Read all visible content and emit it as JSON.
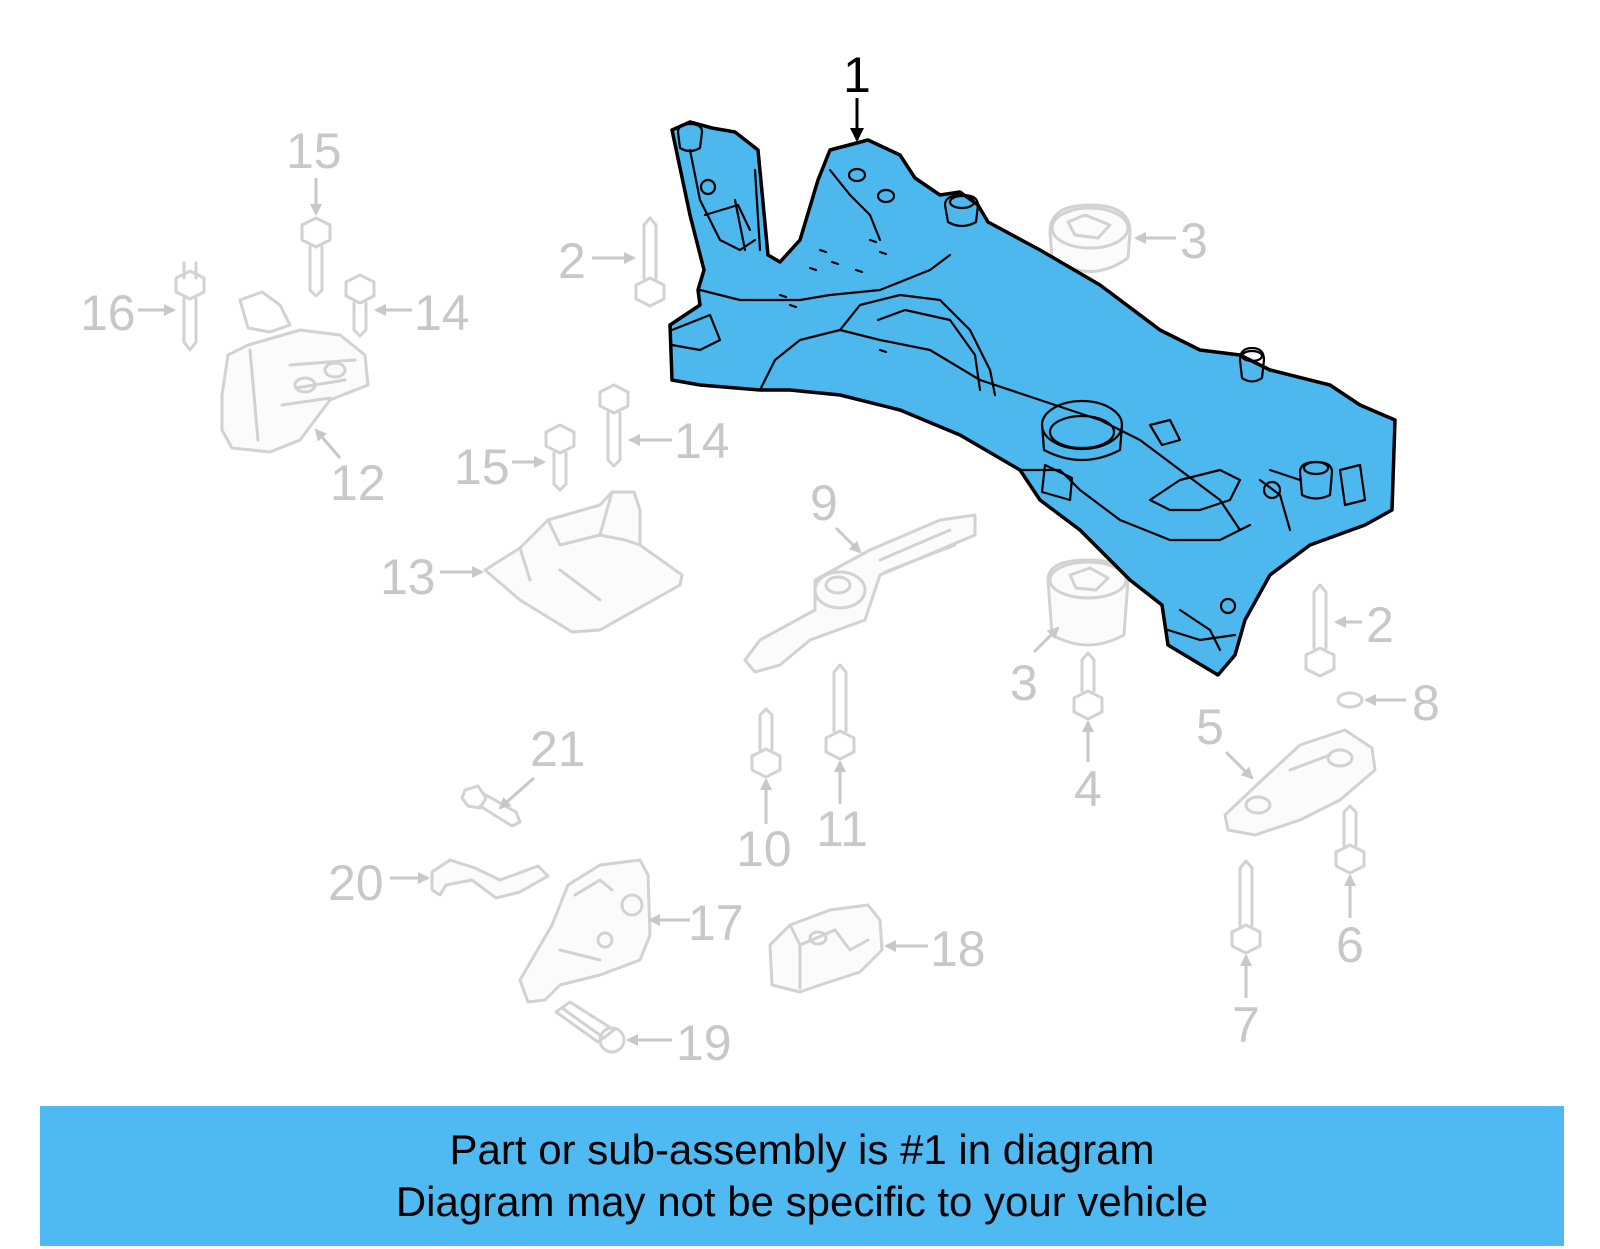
{
  "callouts": {
    "c1": "1",
    "c2a": "2",
    "c2b": "2",
    "c3a": "3",
    "c3b": "3",
    "c4": "4",
    "c5": "5",
    "c6": "6",
    "c7": "7",
    "c8": "8",
    "c9": "9",
    "c10": "10",
    "c11": "11",
    "c12": "12",
    "c13": "13",
    "c14a": "14",
    "c14b": "14",
    "c15a": "15",
    "c15b": "15",
    "c16": "16",
    "c17": "17",
    "c18": "18",
    "c19": "19",
    "c20": "20",
    "c21": "21"
  },
  "colors": {
    "highlight": "#4db8ee",
    "banner": "#4fb9f1",
    "ghost_parts": "#d2d2d2"
  },
  "banner": {
    "line1": "Part or sub-assembly is #1 in diagram",
    "line2": "Diagram may not be specific to your vehicle"
  }
}
